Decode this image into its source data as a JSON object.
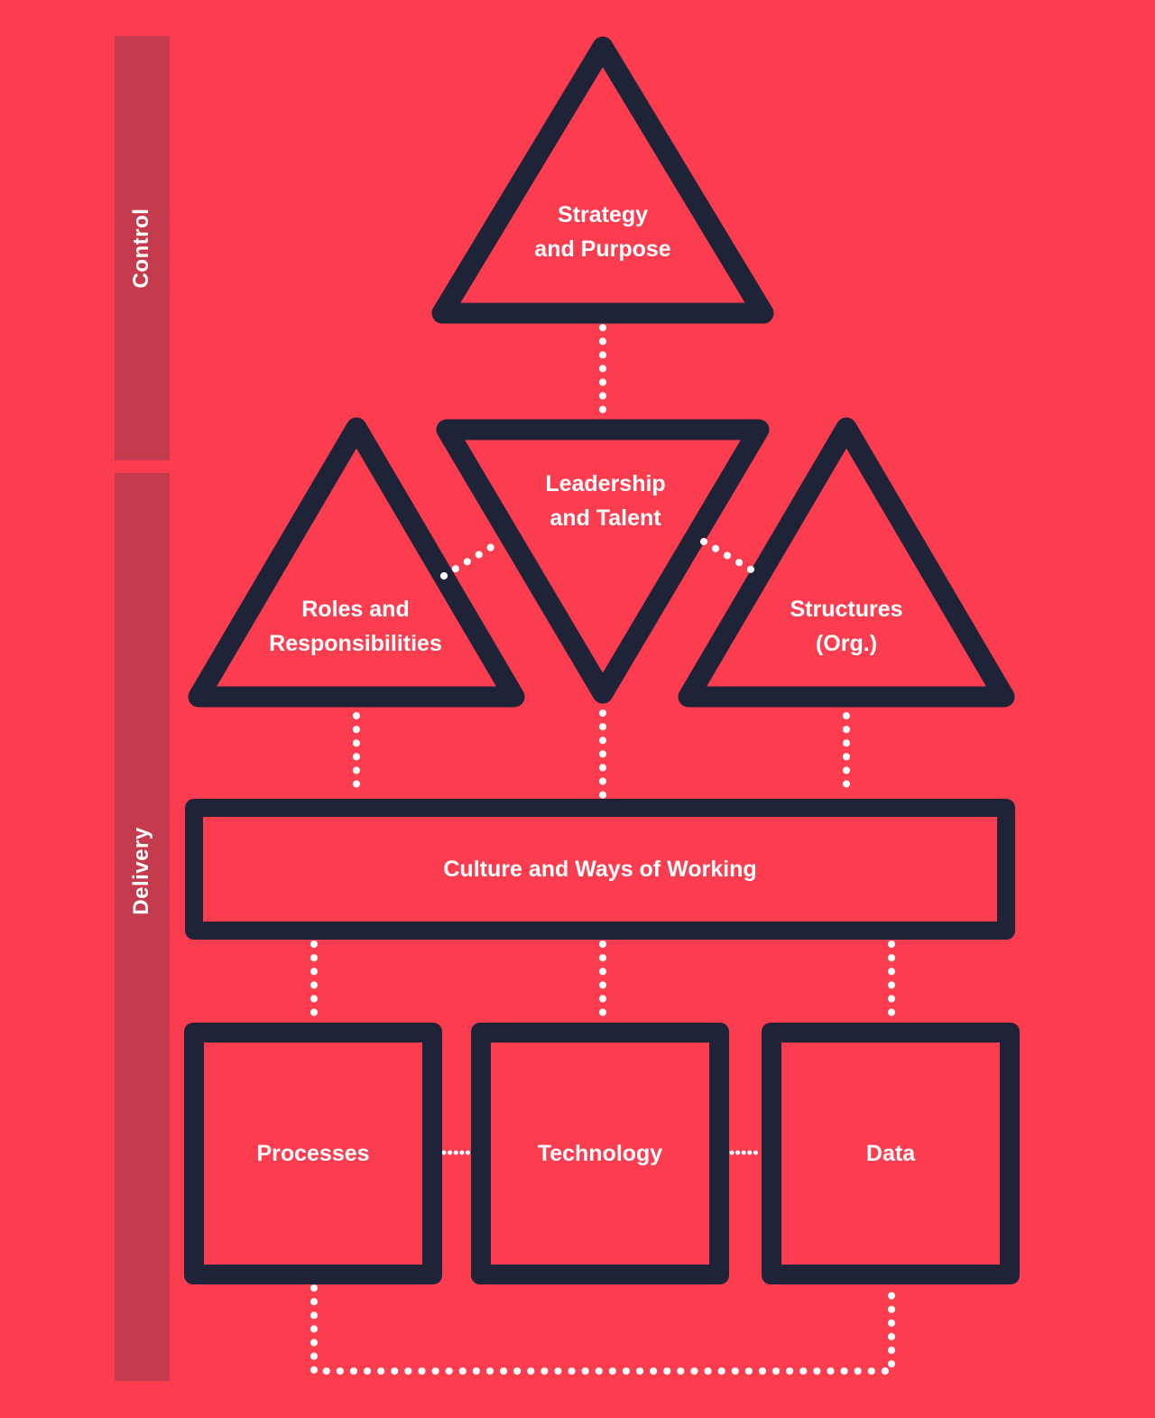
{
  "theme": {
    "background": "#fc3d4f",
    "band": "#c43b4d",
    "outline": "#1e2338",
    "connector": "#ffffff",
    "text": "#ffffff"
  },
  "side_bands": {
    "control": "Control",
    "delivery": "Delivery"
  },
  "nodes": {
    "strategy": {
      "line1": "Strategy",
      "line2": "and Purpose"
    },
    "leadership": {
      "line1": "Leadership",
      "line2": "and Talent"
    },
    "roles": {
      "line1": "Roles and",
      "line2": "Responsibilities"
    },
    "structures": {
      "line1": "Structures",
      "line2": "(Org.)"
    },
    "culture": {
      "label": "Culture and Ways of Working"
    },
    "processes": {
      "label": "Processes"
    },
    "technology": {
      "label": "Technology"
    },
    "data": {
      "label": "Data"
    }
  }
}
